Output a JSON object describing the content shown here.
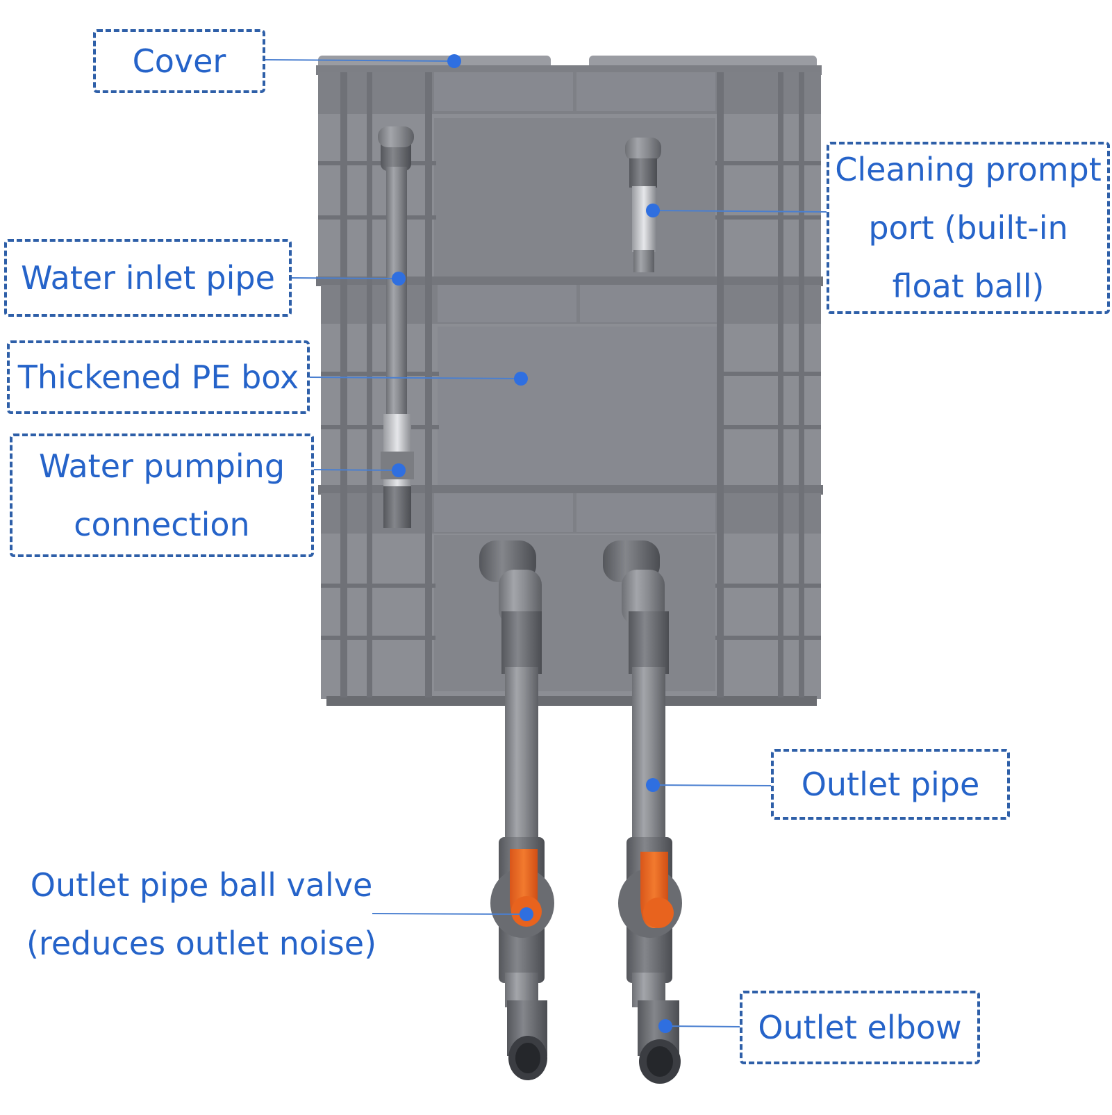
{
  "diagram": {
    "title": "",
    "labels": {
      "cover": [
        "Cover"
      ],
      "water_inlet_pipe": [
        "Water inlet pipe"
      ],
      "thickened_pe_box": [
        "Thickened PE box"
      ],
      "water_pumping_connection": [
        "Water pumping",
        "connection"
      ],
      "cleaning_prompt_port": [
        "Cleaning prompt",
        "port (built-in",
        "float ball)"
      ],
      "outlet_pipe": [
        "Outlet pipe"
      ],
      "outlet_pipe_ball_valve": [
        "Outlet pipe ball valve",
        "(reduces outlet noise)"
      ],
      "outlet_elbow": [
        "Outlet elbow"
      ]
    },
    "colors": {
      "label_text": "#2563c9",
      "box_border": "#2e5fa8",
      "leader_line": "#4a7fd0",
      "dot": "#2f6fe0",
      "box_gray": "#8a8c92",
      "box_dark": "#6f7177",
      "pipe_gray": "#8f9196",
      "valve_orange": "#f06a1e"
    }
  }
}
